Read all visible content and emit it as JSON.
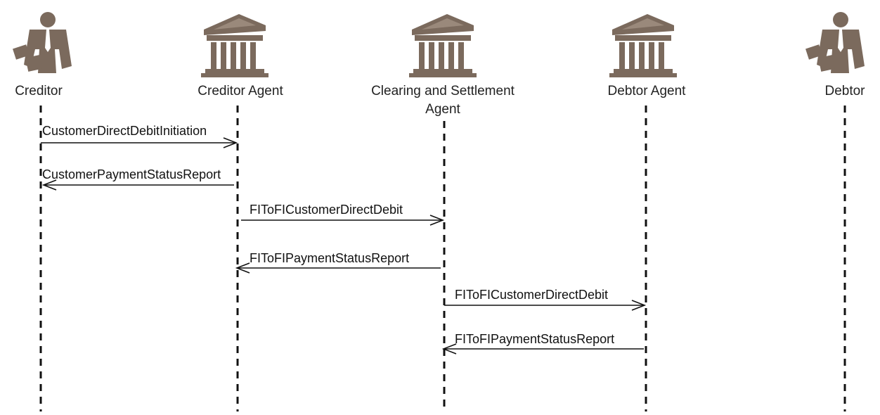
{
  "participants": [
    {
      "id": "creditor",
      "label": "Creditor",
      "icon": "person-icon"
    },
    {
      "id": "creditor-agent",
      "label": "Creditor Agent",
      "icon": "bank-icon"
    },
    {
      "id": "clearing-agent",
      "label_line1": "Clearing and Settlement",
      "label_line2": "Agent",
      "icon": "bank-icon"
    },
    {
      "id": "debtor-agent",
      "label": "Debtor Agent",
      "icon": "bank-icon"
    },
    {
      "id": "debtor",
      "label": "Debtor",
      "icon": "person-icon"
    }
  ],
  "messages": [
    {
      "label": "CustomerDirectDebitInitiation",
      "from": "creditor",
      "to": "creditor-agent"
    },
    {
      "label": "CustomerPaymentStatusReport",
      "from": "creditor-agent",
      "to": "creditor"
    },
    {
      "label": "FIToFICustomerDirectDebit",
      "from": "creditor-agent",
      "to": "clearing-agent"
    },
    {
      "label": "FIToFIPaymentStatusReport",
      "from": "clearing-agent",
      "to": "creditor-agent"
    },
    {
      "label": "FIToFICustomerDirectDebit",
      "from": "clearing-agent",
      "to": "debtor-agent"
    },
    {
      "label": "FIToFIPaymentStatusReport",
      "from": "debtor-agent",
      "to": "clearing-agent"
    }
  ],
  "colors": {
    "icon": "#7b6a5d",
    "line": "#111111"
  }
}
